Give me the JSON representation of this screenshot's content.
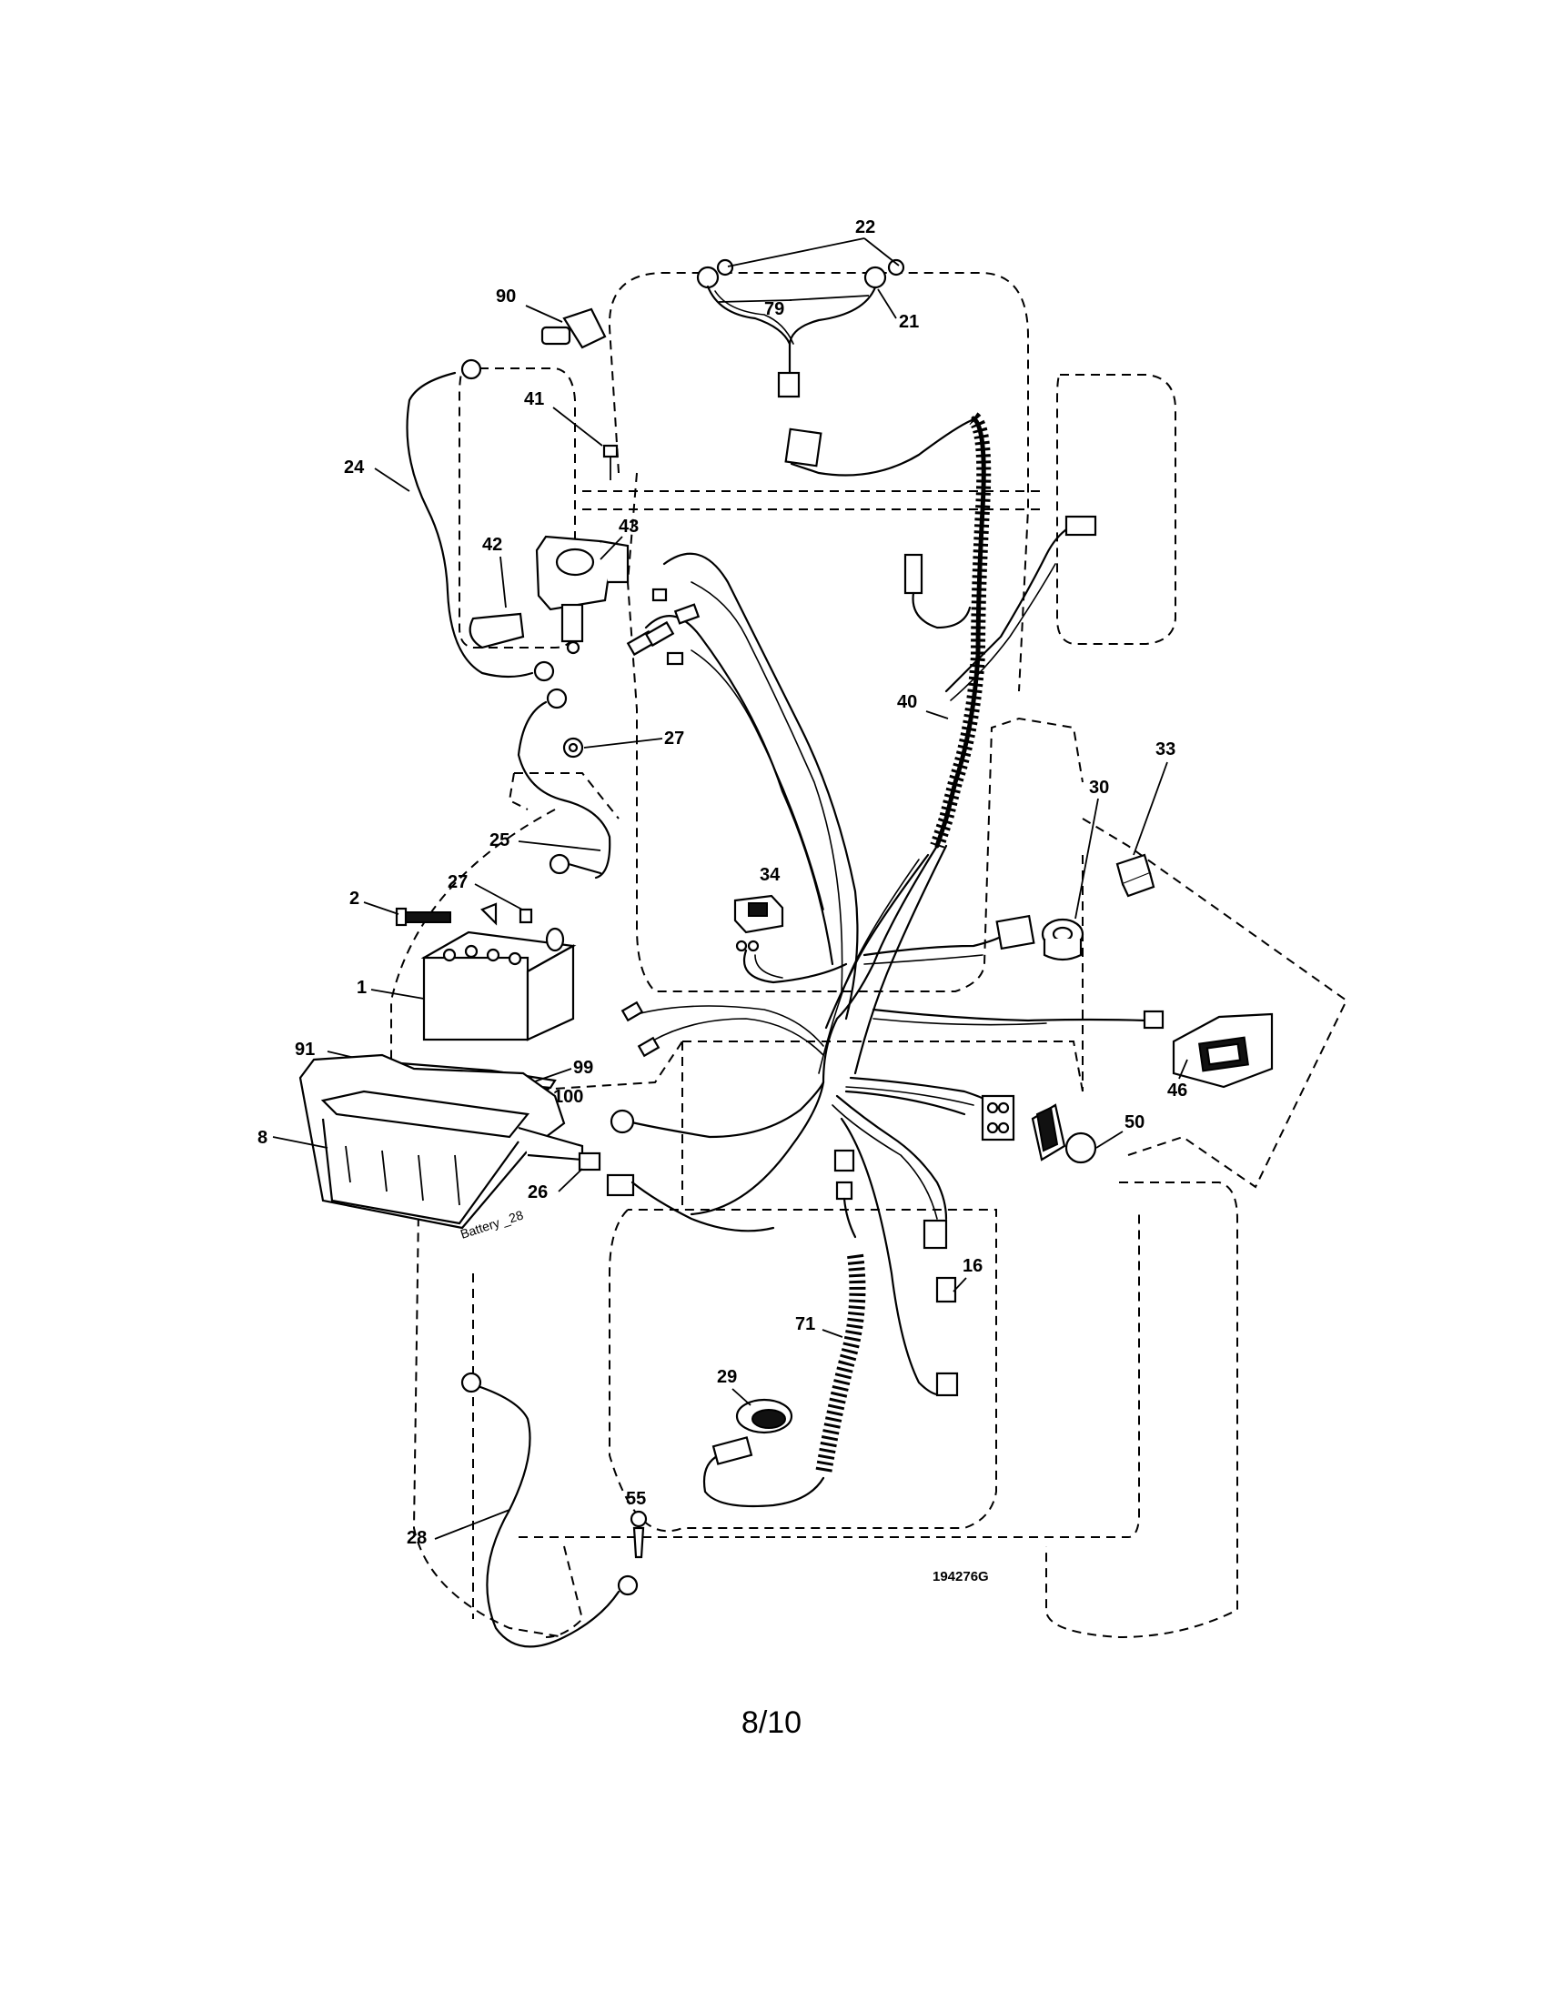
{
  "callouts": {
    "c1": "1",
    "c2": "2",
    "c8": "8",
    "c16": "16",
    "c21": "21",
    "c22": "22",
    "c24": "24",
    "c25": "25",
    "c26": "26",
    "c27a": "27",
    "c27b": "27",
    "c28": "28",
    "c29": "29",
    "c30": "30",
    "c33": "33",
    "c34": "34",
    "c40": "40",
    "c41": "41",
    "c42": "42",
    "c43": "43",
    "c46": "46",
    "c50": "50",
    "c55": "55",
    "c71": "71",
    "c79": "79",
    "c90": "90",
    "c91": "91",
    "c99": "99",
    "c100": "100"
  },
  "battery_stamp": "Battery _28",
  "drawing_number": "194276G",
  "page_number": "8/10"
}
